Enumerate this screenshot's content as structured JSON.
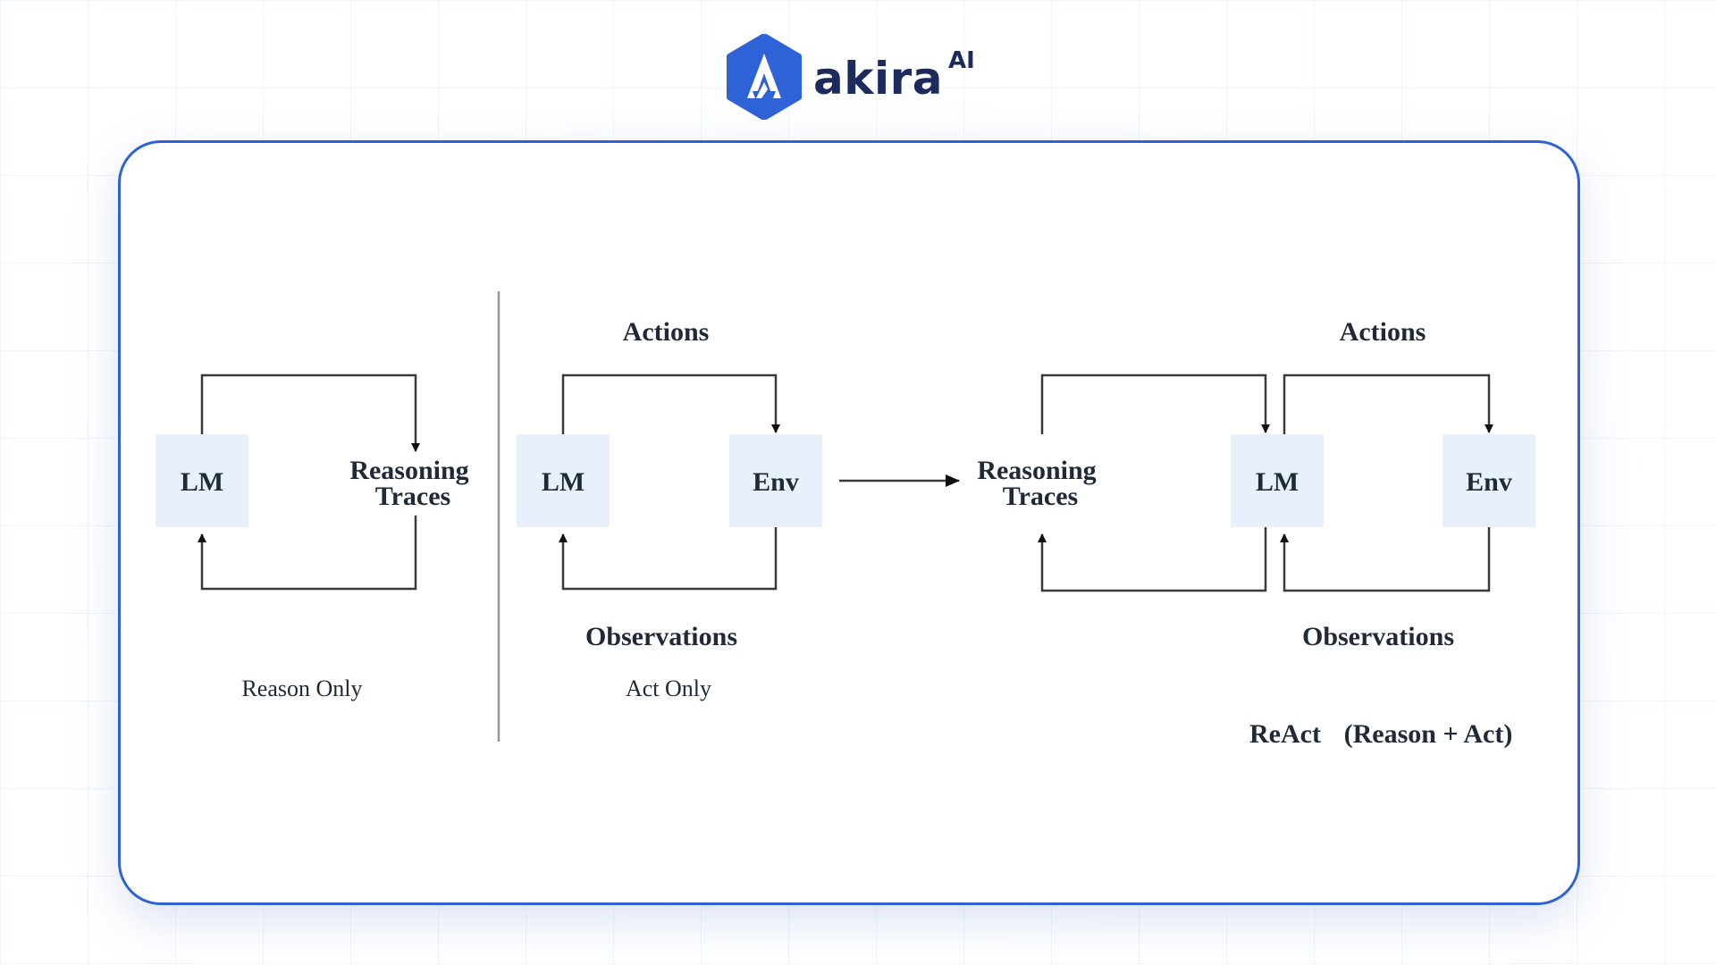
{
  "brand": {
    "name": "akira",
    "superscript": "AI",
    "colors": {
      "logo_blue": "#2f62d6",
      "logo_text": "#1d2a5c",
      "card_border": "#2f62d6"
    }
  },
  "diagram": {
    "reason_only": {
      "lm": "LM",
      "reasoning_line1": "Reasoning",
      "reasoning_line2": "Traces",
      "caption": "Reason Only"
    },
    "act_only": {
      "actions": "Actions",
      "lm": "LM",
      "env": "Env",
      "observations": "Observations",
      "caption": "Act Only"
    },
    "react": {
      "actions": "Actions",
      "reasoning_line1": "Reasoning",
      "reasoning_line2": "Traces",
      "lm": "LM",
      "env": "Env",
      "observations": "Observations",
      "caption_a": "ReAct",
      "caption_b": "(Reason + Act)"
    },
    "colors": {
      "box_fill": "#e8f0fc",
      "line": "#3a3a3a",
      "text": "#1f2937"
    }
  }
}
